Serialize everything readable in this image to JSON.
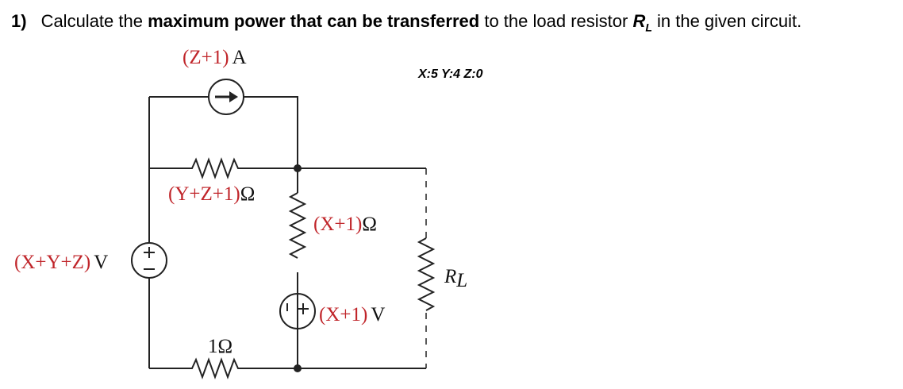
{
  "question": {
    "number": "1)",
    "prefix": "Calculate the ",
    "bold": "maximum power that can be transferred",
    "middle": " to the load resistor ",
    "rl_letter": "R",
    "rl_sub": "L",
    "suffix": " in the given circuit."
  },
  "values_note": "X:5 Y:4 Z:0",
  "circuit": {
    "current_source": {
      "expr": "(Z+1)",
      "unit": "A"
    },
    "resistor_top": {
      "expr": "(Y+Z+1)",
      "unit": "Ω"
    },
    "resistor_middle": {
      "expr": "(X+1)",
      "unit": "Ω"
    },
    "voltage_source_left": {
      "expr": "(X+Y+Z)",
      "unit": "V"
    },
    "dependent_source": {
      "expr": "(X+1)",
      "unit": "V"
    },
    "resistor_bottom": {
      "value": "1Ω"
    },
    "load": {
      "letter": "R",
      "sub": "L"
    },
    "plus_sign": "+",
    "minus_sign": "−"
  }
}
